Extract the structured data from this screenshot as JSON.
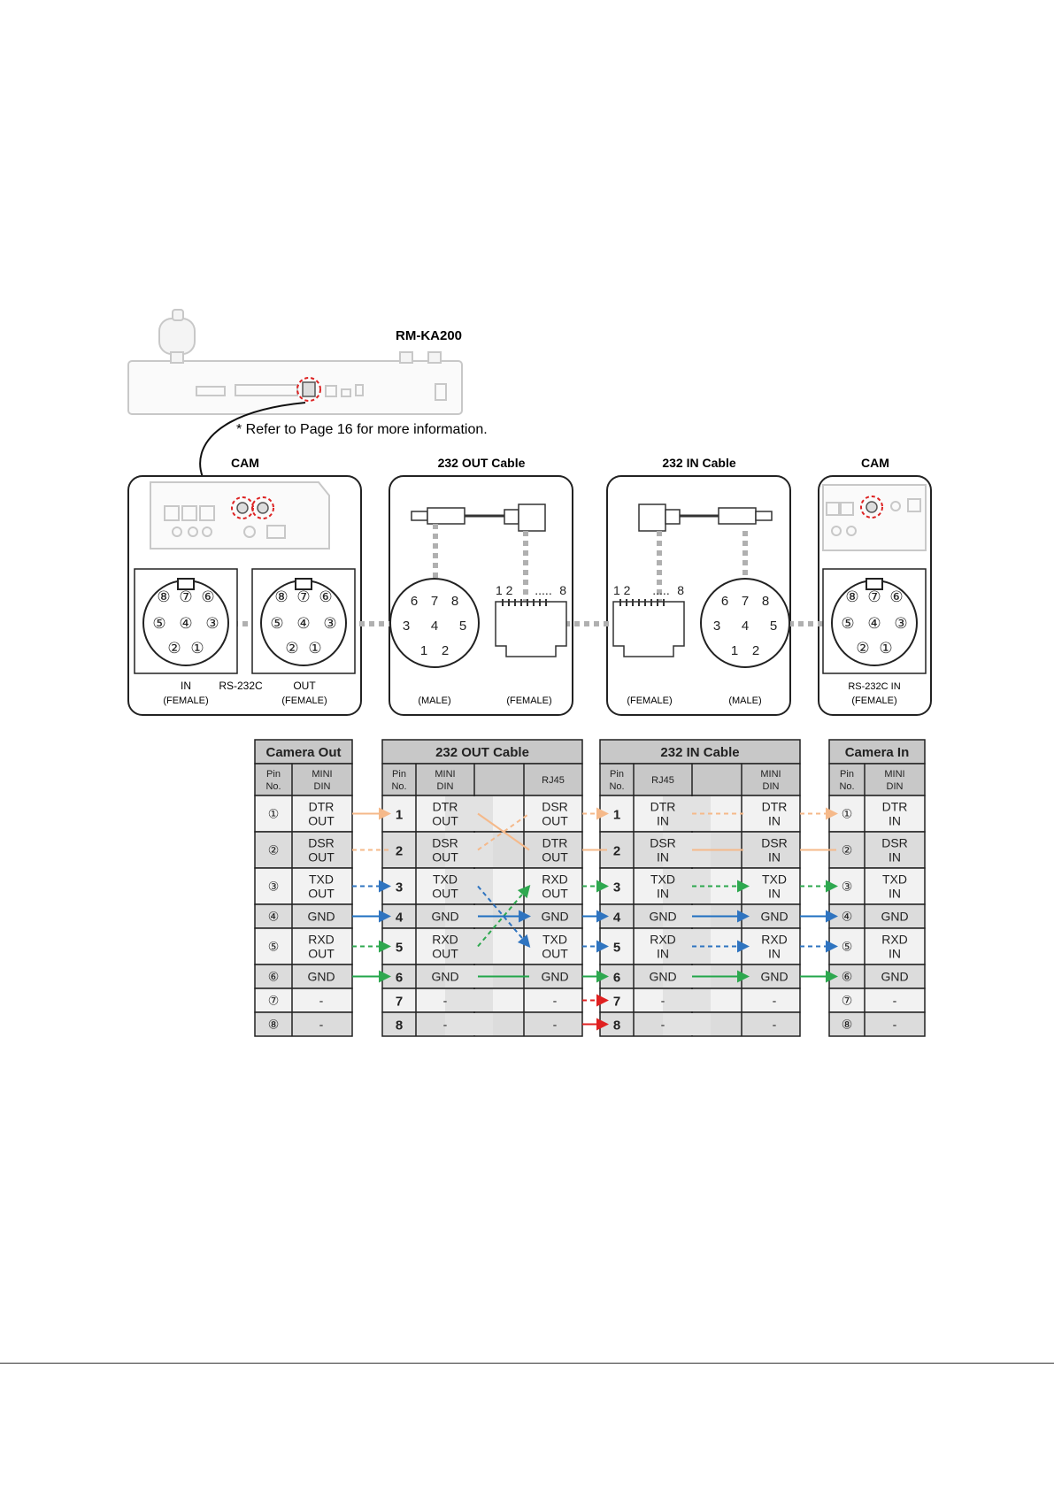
{
  "device_title": "RM-KA200",
  "refer_note": "* Refer to Page 16 for more information.",
  "panels": {
    "cam_left": {
      "title": "CAM",
      "in_label": "IN",
      "rs_label": "RS-232C",
      "out_label": "OUT",
      "in_gender": "(FEMALE)",
      "out_gender": "(FEMALE)"
    },
    "out_cable": {
      "title": "232 OUT Cable",
      "left_gender": "(MALE)",
      "right_gender": "(FEMALE)"
    },
    "in_cable": {
      "title": "232 IN Cable",
      "left_gender": "(FEMALE)",
      "right_gender": "(MALE)"
    },
    "cam_right": {
      "title": "CAM",
      "rs_label": "RS-232C IN",
      "gender": "(FEMALE)"
    }
  },
  "connector": {
    "din_circled": [
      "⑧",
      "⑦",
      "⑥",
      "⑤",
      "④",
      "③",
      "②",
      "①"
    ],
    "din_plain": [
      "6",
      "7",
      "8",
      "3",
      "4",
      "5",
      "1",
      "2"
    ],
    "rj45_left": "1 2",
    "rj45_dots": ".....",
    "rj45_right": "8"
  },
  "tables": {
    "camera_out": {
      "title": "Camera Out",
      "col_pin": "Pin No.",
      "col_din": "MINI DIN"
    },
    "out_cable": {
      "title": "232 OUT Cable",
      "col_pin": "Pin No.",
      "col_din": "MINI DIN",
      "col_rj": "RJ45"
    },
    "in_cable": {
      "title": "232 IN Cable",
      "col_pin": "Pin No.",
      "col_rj": "RJ45",
      "col_din": "MINI DIN"
    },
    "camera_in": {
      "title": "Camera In",
      "col_pin": "Pin No.",
      "col_din": "MINI DIN"
    }
  },
  "rows": [
    {
      "cpin": "①",
      "cam_out": [
        "DTR",
        "OUT"
      ],
      "pin": "1",
      "oc_din": [
        "DTR",
        "OUT"
      ],
      "oc_rj": [
        "DSR",
        "OUT"
      ],
      "ic_rj": [
        "DTR",
        "IN"
      ],
      "ic_din": [
        "DTR",
        "IN"
      ],
      "cam_in": [
        "DTR",
        "IN"
      ]
    },
    {
      "cpin": "②",
      "cam_out": [
        "DSR",
        "OUT"
      ],
      "pin": "2",
      "oc_din": [
        "DSR",
        "OUT"
      ],
      "oc_rj": [
        "DTR",
        "OUT"
      ],
      "ic_rj": [
        "DSR",
        "IN"
      ],
      "ic_din": [
        "DSR",
        "IN"
      ],
      "cam_in": [
        "DSR",
        "IN"
      ]
    },
    {
      "cpin": "③",
      "cam_out": [
        "TXD",
        "OUT"
      ],
      "pin": "3",
      "oc_din": [
        "TXD",
        "OUT"
      ],
      "oc_rj": [
        "RXD",
        "OUT"
      ],
      "ic_rj": [
        "TXD",
        "IN"
      ],
      "ic_din": [
        "TXD",
        "IN"
      ],
      "cam_in": [
        "TXD",
        "IN"
      ]
    },
    {
      "cpin": "④",
      "cam_out": [
        "GND"
      ],
      "pin": "4",
      "oc_din": [
        "GND"
      ],
      "oc_rj": [
        "GND"
      ],
      "ic_rj": [
        "GND"
      ],
      "ic_din": [
        "GND"
      ],
      "cam_in": [
        "GND"
      ]
    },
    {
      "cpin": "⑤",
      "cam_out": [
        "RXD",
        "OUT"
      ],
      "pin": "5",
      "oc_din": [
        "RXD",
        "OUT"
      ],
      "oc_rj": [
        "TXD",
        "OUT"
      ],
      "ic_rj": [
        "RXD",
        "IN"
      ],
      "ic_din": [
        "RXD",
        "IN"
      ],
      "cam_in": [
        "RXD",
        "IN"
      ]
    },
    {
      "cpin": "⑥",
      "cam_out": [
        "GND"
      ],
      "pin": "6",
      "oc_din": [
        "GND"
      ],
      "oc_rj": [
        "GND"
      ],
      "ic_rj": [
        "GND"
      ],
      "ic_din": [
        "GND"
      ],
      "cam_in": [
        "GND"
      ]
    },
    {
      "cpin": "⑦",
      "cam_out": [
        "-"
      ],
      "pin": "7",
      "oc_din": [
        "-"
      ],
      "oc_rj": [
        "-"
      ],
      "ic_rj": [
        "-"
      ],
      "ic_din": [
        "-"
      ],
      "cam_in": [
        "-"
      ]
    },
    {
      "cpin": "⑧",
      "cam_out": [
        "-"
      ],
      "pin": "8",
      "oc_din": [
        "-"
      ],
      "oc_rj": [
        "-"
      ],
      "ic_rj": [
        "-"
      ],
      "ic_din": [
        "-"
      ],
      "cam_in": [
        "-"
      ]
    }
  ],
  "colors": {
    "dtr_dsr": "#f5b98a",
    "txd_rxd_blue": "#2f74c0",
    "txd_rxd_green": "#2ea84f",
    "gnd_blue": "#1f6fc0",
    "gnd_green": "#22a64a",
    "unused": "#e02020",
    "dash_gray": "#b0b0b0",
    "header_fill": "#c8c8c8",
    "shade_fill": "#dcdcdc"
  }
}
